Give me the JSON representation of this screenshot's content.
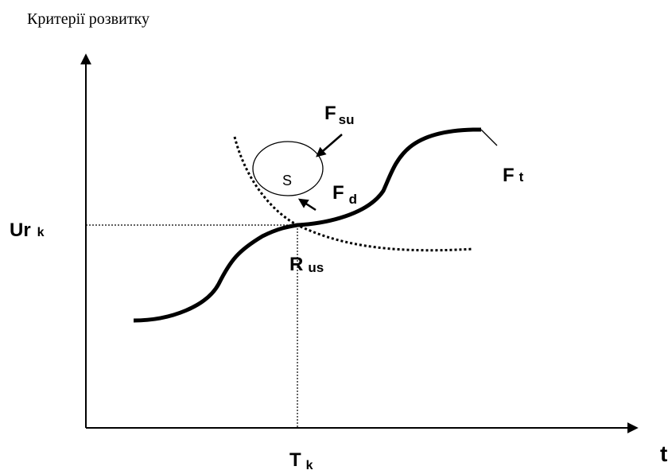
{
  "y_axis_title": "Критерії розвитку",
  "x_axis_label": "t",
  "ur": {
    "main": "Ur",
    "sub": "k"
  },
  "tk": {
    "main": "T",
    "sub": "k"
  },
  "fsu": {
    "main": "F",
    "sub": "su"
  },
  "fd": {
    "main": "F",
    "sub": "d"
  },
  "ft": {
    "main": "F",
    "sub": "t"
  },
  "rus": {
    "main": "R",
    "sub": "us"
  },
  "s_label": "S"
}
